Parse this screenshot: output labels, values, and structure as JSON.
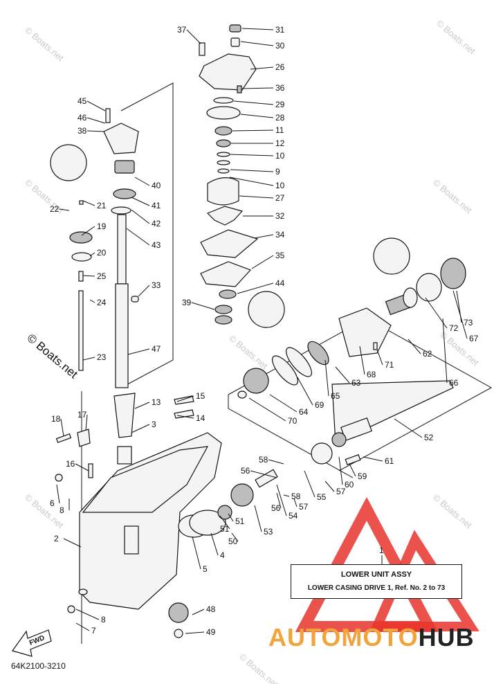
{
  "watermark": "© Boats.net",
  "diagram_code": "64K2100-3210",
  "legend": {
    "ref": "1",
    "title": "LOWER UNIT ASSY",
    "subtitle": "LOWER CASING DRIVE 1,  Ref. No. 2 to 73"
  },
  "fwd_label": "FWD",
  "brand": {
    "part1": "AUTOMOTO",
    "part2": "HUB",
    "color1": "#f2a33a",
    "color2": "#222222",
    "logo_color": "#e8342c"
  },
  "labels": [
    "31",
    "30",
    "37",
    "26",
    "36",
    "29",
    "28",
    "11",
    "12",
    "10",
    "9",
    "10",
    "27",
    "32",
    "34",
    "35",
    "44",
    "39",
    "45",
    "46",
    "38",
    "40",
    "41",
    "42",
    "43",
    "21",
    "22",
    "19",
    "20",
    "25",
    "24",
    "33",
    "23",
    "47",
    "13",
    "15",
    "3",
    "14",
    "18",
    "17",
    "16",
    "6",
    "8",
    "2",
    "5",
    "4",
    "53",
    "51",
    "51",
    "50",
    "58",
    "56",
    "56",
    "58",
    "57",
    "54",
    "55",
    "57",
    "60",
    "59",
    "61",
    "52",
    "64",
    "70",
    "69",
    "65",
    "63",
    "68",
    "62",
    "71",
    "66",
    "67",
    "72",
    "73",
    "48",
    "49",
    "8",
    "7"
  ]
}
